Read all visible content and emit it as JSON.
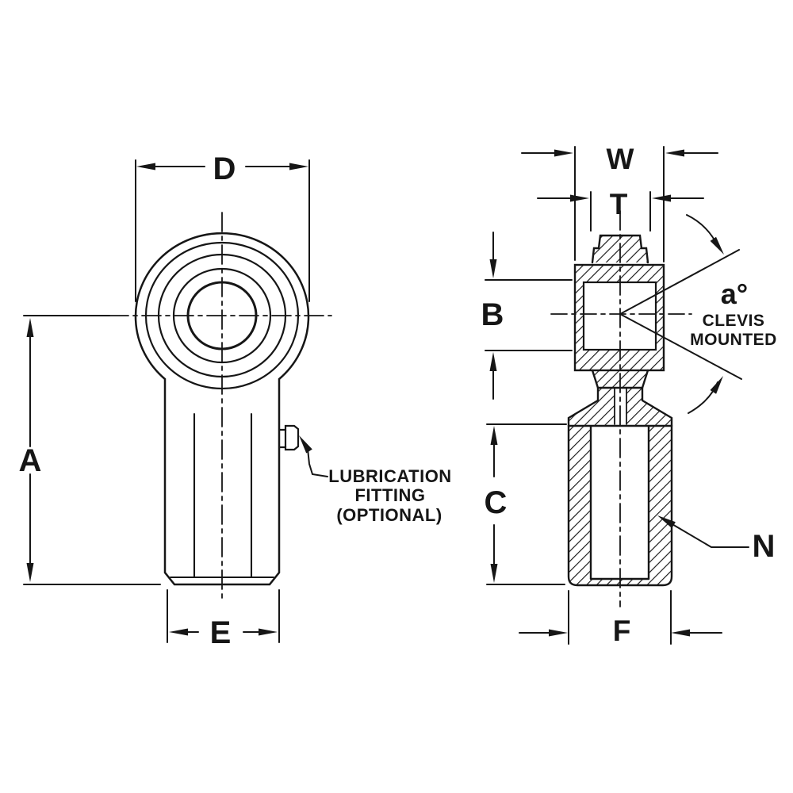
{
  "drawing": {
    "background": "#ffffff",
    "line_color": "#161616",
    "front_view": {
      "dim_a": "A",
      "dim_d": "D",
      "dim_e": "E",
      "callout_line1": "LUBRICATION",
      "callout_line2": "FITTING",
      "callout_line3": "(OPTIONAL)"
    },
    "side_view": {
      "dim_b": "B",
      "dim_c": "C",
      "dim_f": "F",
      "dim_w": "W",
      "dim_t": "T",
      "dim_n": "N",
      "angle_label": "a°",
      "angle_caption_line1": "CLEVIS",
      "angle_caption_line2": "MOUNTED"
    }
  }
}
